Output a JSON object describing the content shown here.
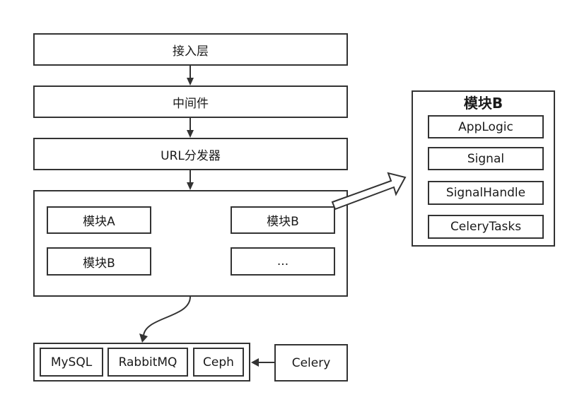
{
  "layers": {
    "access": "接入层",
    "middleware": "中间件",
    "url_dispatcher": "URL分发器"
  },
  "modules": {
    "items": [
      "模块A",
      "模块B",
      "模块B",
      "..."
    ]
  },
  "storage": {
    "items": [
      "MySQL",
      "RabbitMQ",
      "Ceph"
    ]
  },
  "celery": "Celery",
  "detail_panel": {
    "title": "模块B",
    "items": [
      "AppLogic",
      "Signal",
      "SignalHandle",
      "CeleryTasks"
    ]
  }
}
